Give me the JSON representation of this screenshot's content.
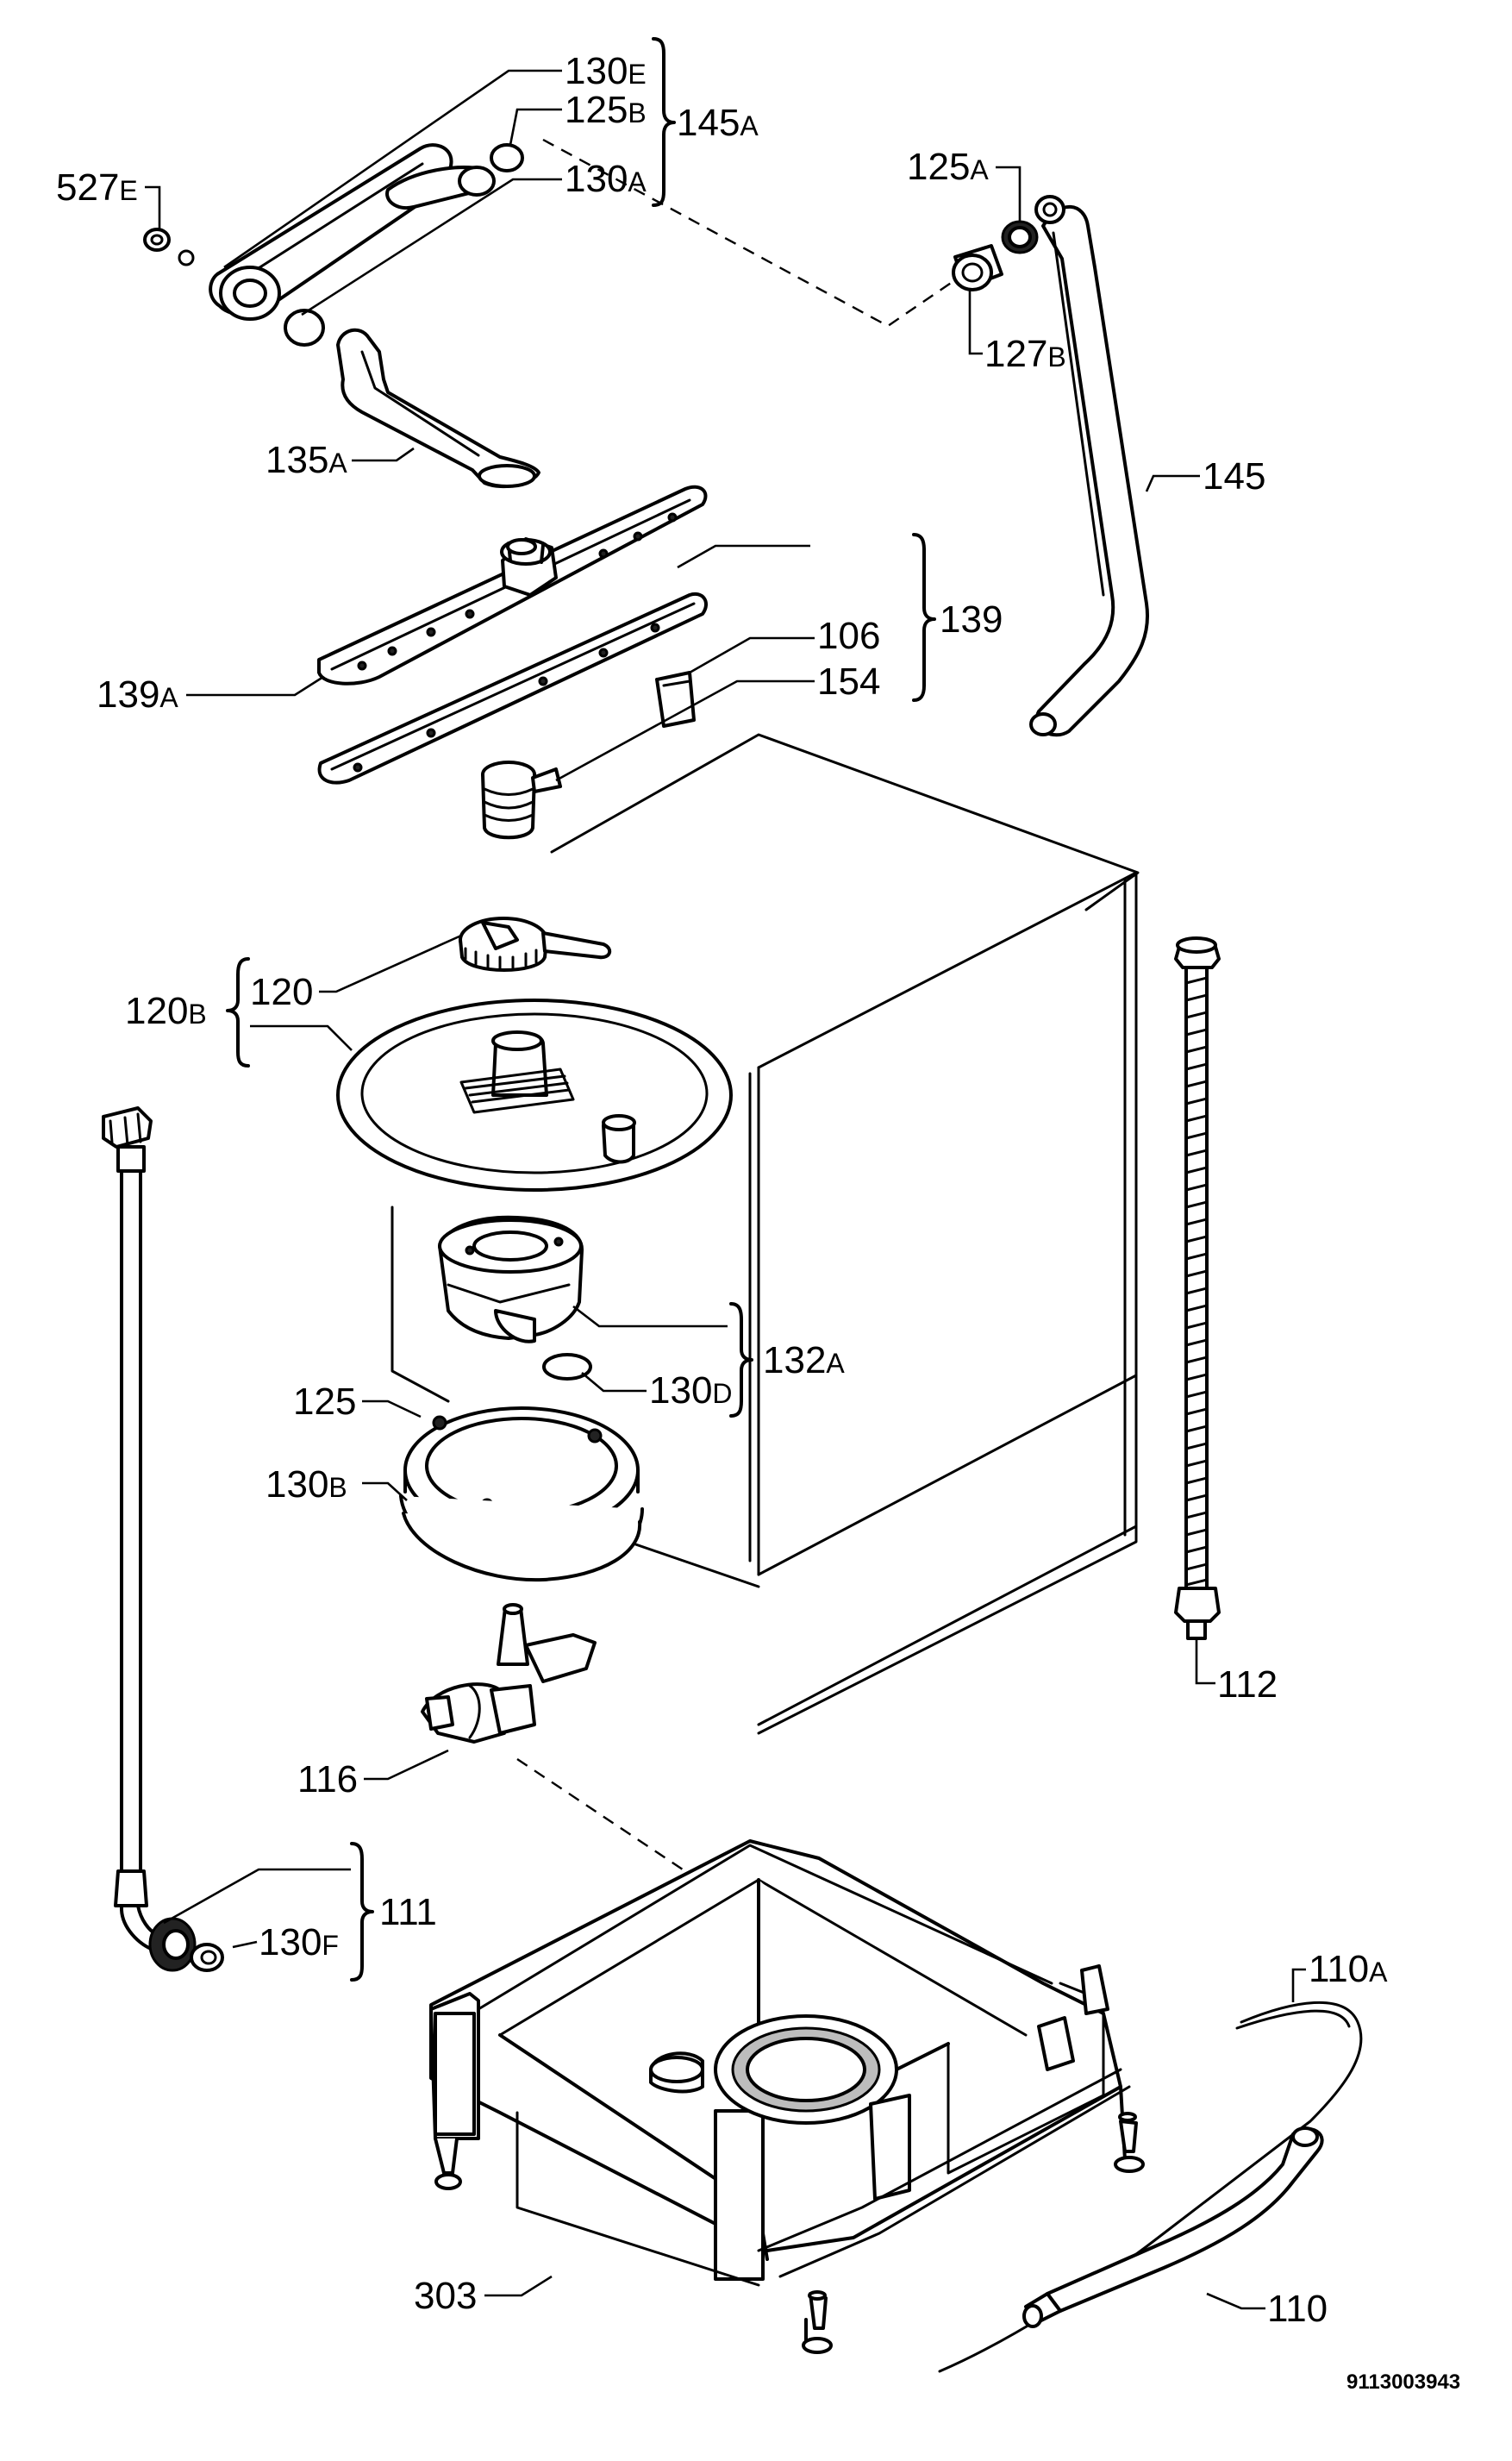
{
  "document_code": "9113003943",
  "labels": {
    "l130e": {
      "num": "130",
      "suffix": "E"
    },
    "l125b": {
      "num": "125",
      "suffix": "B"
    },
    "l145a": {
      "num": "145",
      "suffix": "A"
    },
    "l130a": {
      "num": "130",
      "suffix": "A"
    },
    "l527e": {
      "num": "527",
      "suffix": "E"
    },
    "l125a": {
      "num": "125",
      "suffix": "A"
    },
    "l127b": {
      "num": "127",
      "suffix": "B"
    },
    "l135a": {
      "num": "135",
      "suffix": "A"
    },
    "l145": {
      "num": "145",
      "suffix": ""
    },
    "l139": {
      "num": "139",
      "suffix": ""
    },
    "l106": {
      "num": "106",
      "suffix": ""
    },
    "l154": {
      "num": "154",
      "suffix": ""
    },
    "l139a": {
      "num": "139",
      "suffix": "A"
    },
    "l120": {
      "num": "120",
      "suffix": ""
    },
    "l120b": {
      "num": "120",
      "suffix": "B"
    },
    "l132a": {
      "num": "132",
      "suffix": "A"
    },
    "l130d": {
      "num": "130",
      "suffix": "D"
    },
    "l125": {
      "num": "125",
      "suffix": ""
    },
    "l130b": {
      "num": "130",
      "suffix": "B"
    },
    "l112": {
      "num": "112",
      "suffix": ""
    },
    "l116": {
      "num": "116",
      "suffix": ""
    },
    "l111": {
      "num": "111",
      "suffix": ""
    },
    "l130f": {
      "num": "130",
      "suffix": "F"
    },
    "l110a": {
      "num": "110",
      "suffix": "A"
    },
    "l303": {
      "num": "303",
      "suffix": ""
    },
    "l110": {
      "num": "110",
      "suffix": ""
    }
  }
}
